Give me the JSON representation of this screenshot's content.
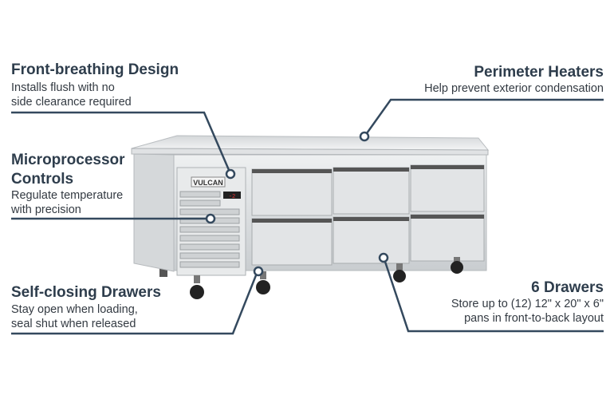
{
  "brand": "VULCAN",
  "display_reading": "-2",
  "colors": {
    "heading": "#2e3d4c",
    "callout_line": "#34495e"
  },
  "callouts": [
    {
      "title": "Front-breathing Design",
      "lines": [
        "Installs flush with no",
        "side clearance required"
      ]
    },
    {
      "title_lines": [
        "Microprocessor",
        "Controls"
      ],
      "lines": [
        "Regulate temperature",
        "with precision"
      ]
    },
    {
      "title": "Self-closing Drawers",
      "lines": [
        "Stay open when loading,",
        "seal shut when released"
      ]
    },
    {
      "title": "Perimeter Heaters",
      "lines": [
        "Help prevent exterior condensation"
      ]
    },
    {
      "title": "6 Drawers",
      "lines": [
        "Store up to (12) 12\" x 20\" x 6\"",
        "pans in front-to-back layout"
      ]
    }
  ]
}
